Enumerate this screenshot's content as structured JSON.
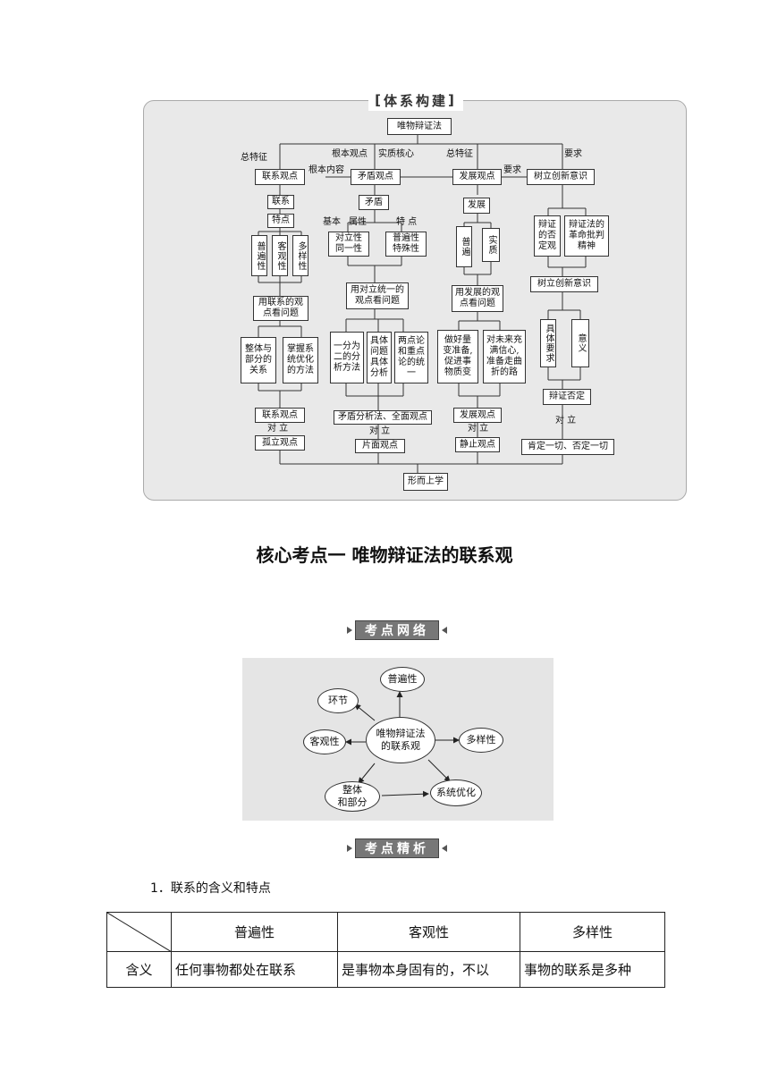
{
  "framework": {
    "banner": "体系构建",
    "root": "唯物辩证法",
    "edge_labels": {
      "zong_tezheng_1": "总特征",
      "genben_guandian": "根本观点",
      "shizhi_hexin": "实质核心",
      "zong_tezheng_2": "总特征",
      "yaoqiu_top": "要求",
      "genben_neirong": "根本内容",
      "yaoqiu_mid": "要求",
      "jiben": "基本",
      "shuxing": "属性",
      "tedian": "特 点",
      "duili_1": "对 立",
      "duili_2": "对 立",
      "duili_3": "对 立",
      "duili_4": "对 立"
    },
    "col1": {
      "head": "联系观点",
      "lianxi": "联系",
      "tedian": "特点",
      "traits": [
        "普遍性",
        "客观性",
        "多样性"
      ],
      "method": "用联系的观\n点看问题",
      "subs": [
        "整体与\n部分的\n关系",
        "掌握系\n统优化\n的方法"
      ],
      "pos": "联系观点",
      "neg": "孤立观点"
    },
    "col2": {
      "head": "矛盾观点",
      "maodun": "矛盾",
      "attrs": [
        "对立性\n同一性",
        "普遍性\n特殊性"
      ],
      "method": "用对立统一的\n观点看问题",
      "subs": [
        "一分为\n二的分\n析方法",
        "具体\n问题\n具体\n分析",
        "两点论\n和重点\n论的统\n一"
      ],
      "pos": "矛盾分析法、全面观点",
      "neg": "片面观点"
    },
    "col3": {
      "head": "发展观点",
      "fazhan": "发展",
      "traits": [
        "普遍",
        "实质"
      ],
      "method": "用发展的观\n点看问题",
      "subs": [
        "做好量\n变准备,\n促进事\n物质变",
        "对未来充\n满信心,\n准备走曲\n折的路"
      ],
      "pos": "发展观点",
      "neg": "静止观点"
    },
    "col4": {
      "head": "树立创新意识",
      "subs": [
        "辩证\n的否\n定观",
        "辩证法的\n革命批判\n精神"
      ],
      "mid": "树立创新意识",
      "traits": [
        "具体要求",
        "意义"
      ],
      "pos": "辩证否定",
      "neg": "肯定一切、否定一切"
    },
    "bottom": "形而上学"
  },
  "section_title": "核心考点一  唯物辩证法的联系观",
  "network": {
    "tag": "考点网络",
    "center": "唯物辩证法\n的联系观",
    "nodes": {
      "top": "普遍性",
      "top_left": "环节",
      "left": "客观性",
      "right": "多样性",
      "bottom_left": "整体\n和部分",
      "bottom_right": "系统优化"
    }
  },
  "analysis_tag": "考点精析",
  "paragraph": "1．联系的含义和特点",
  "table": {
    "headers": [
      "普遍性",
      "客观性",
      "多样性"
    ],
    "row_label": "含义",
    "row": [
      "任何事物都处在联系",
      "是事物本身固有的，不以",
      "事物的联系是多种"
    ]
  }
}
